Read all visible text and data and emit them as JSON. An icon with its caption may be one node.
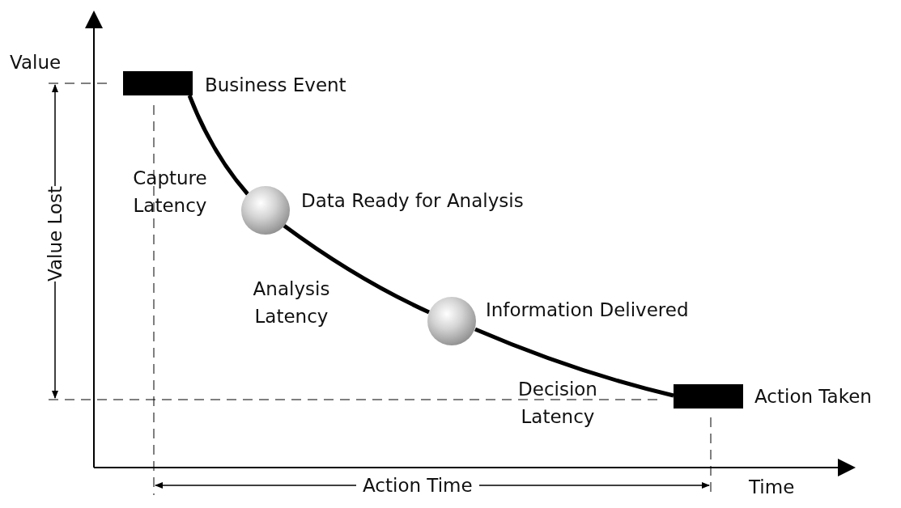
{
  "diagram": {
    "nodes": [
      {
        "text": [],
        "shape": "bar",
        "beside": [
          "Business Event"
        ]
      },
      {
        "text": [],
        "shape": "circle",
        "beside": [
          "Data Ready for Analysis"
        ]
      },
      {
        "text": [],
        "shape": "circle",
        "beside": [
          "Information Delivered"
        ]
      },
      {
        "text": [],
        "shape": "bar",
        "beside": [
          "Action Taken"
        ]
      }
    ],
    "edges": [
      {
        "from": 0,
        "to": 1,
        "arrow": "none"
      },
      {
        "from": 1,
        "to": 2,
        "arrow": "none"
      },
      {
        "from": 2,
        "to": 3,
        "arrow": "none"
      }
    ],
    "labels": [
      "Value",
      "Value Lost",
      "Capture Latency",
      "Analysis Latency",
      "Decision Latency",
      "Action Time",
      "Time"
    ]
  }
}
